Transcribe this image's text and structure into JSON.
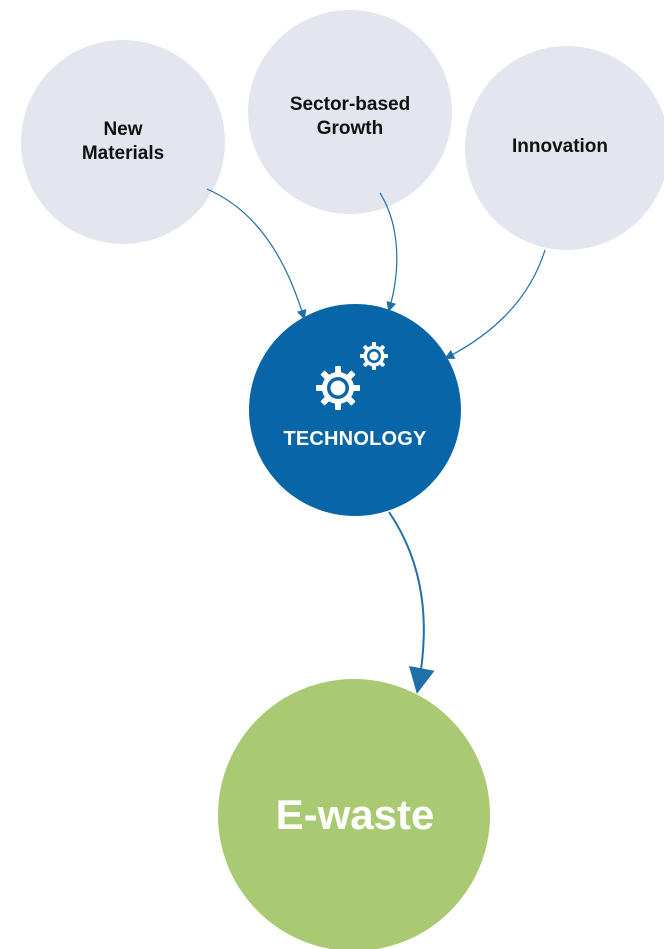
{
  "diagram": {
    "nodes": {
      "new_materials": {
        "label": "New\nMaterials"
      },
      "sector_growth": {
        "label": "Sector-based\nGrowth"
      },
      "innovation": {
        "label": "Innovation"
      },
      "technology": {
        "label": "TECHNOLOGY",
        "icon": "gears-icon"
      },
      "ewaste": {
        "label": "E-waste"
      }
    },
    "edges": [
      {
        "from": "new_materials",
        "to": "technology"
      },
      {
        "from": "sector_growth",
        "to": "technology"
      },
      {
        "from": "innovation",
        "to": "technology"
      },
      {
        "from": "technology",
        "to": "ewaste"
      }
    ]
  },
  "colors": {
    "input_circle": "#e3e5ef",
    "technology_circle": "#0866a8",
    "ewaste_circle": "#a9c973",
    "arrow": "#1f6fa8",
    "input_text": "#111111",
    "highlight_text": "#ffffff"
  }
}
